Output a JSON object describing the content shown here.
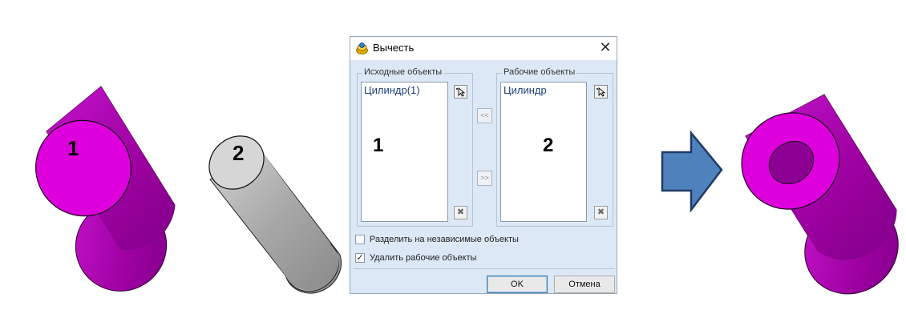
{
  "figures": {
    "label_1": "1",
    "label_2": "2"
  },
  "dialog": {
    "title": "Вычесть",
    "close_glyph": "✕",
    "source_group": {
      "legend": "Исходные объекты",
      "items": [
        "Цилиндр(1)"
      ],
      "number": "1"
    },
    "work_group": {
      "legend": "Рабочие объекты",
      "items": [
        "Цилиндр"
      ],
      "number": "2"
    },
    "move_left_label": "<<",
    "move_right_label": ">>",
    "delete_glyph": "✖",
    "option_split": {
      "label": "Разделить на независимые объекты",
      "checked": false
    },
    "option_delete": {
      "label": "Удалить рабочие объекты",
      "checked": true
    },
    "ok_label": "OK",
    "cancel_label": "Отмена"
  },
  "colors": {
    "magenta_top": "#dd00dd",
    "magenta_side": "#a000a8",
    "gray_top": "#d6d6d6",
    "gray_side": "#a3a3a3",
    "arrow": "#4f81bd",
    "dialog_bg": "#dce8f5"
  }
}
